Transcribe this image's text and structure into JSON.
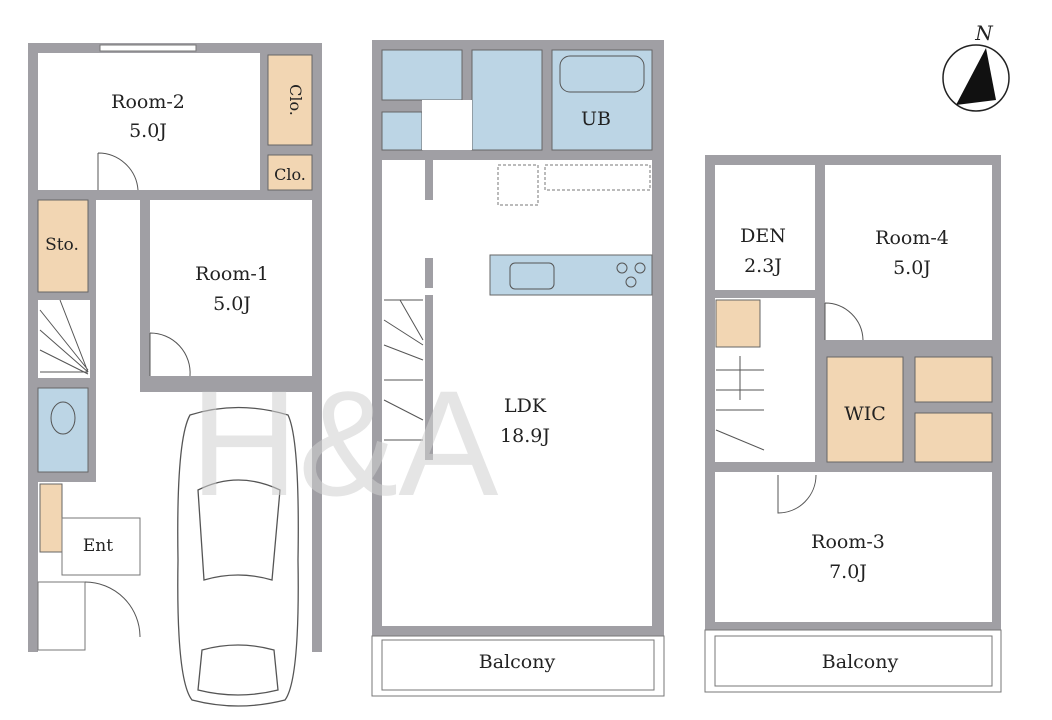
{
  "watermark": "H&A",
  "compass": {
    "label": "N"
  },
  "floor1": {
    "room2": {
      "name": "Room-2",
      "size": "5.0J"
    },
    "closet1": "Clo.",
    "closet2": "Clo.",
    "storage": "Sto.",
    "room1": {
      "name": "Room-1",
      "size": "5.0J"
    },
    "entrance": "Ent"
  },
  "floor2": {
    "bath": "UB",
    "ldk": {
      "name": "LDK",
      "size": "18.9J"
    },
    "balcony": "Balcony"
  },
  "floor3": {
    "den": {
      "name": "DEN",
      "size": "2.3J"
    },
    "room4": {
      "name": "Room-4",
      "size": "5.0J"
    },
    "wic": "WIC",
    "room3": {
      "name": "Room-3",
      "size": "7.0J"
    },
    "balcony": "Balcony"
  },
  "colors": {
    "wall": "#a09fa4",
    "storage": "#f2d6b3",
    "wet": "#bcd5e5"
  }
}
